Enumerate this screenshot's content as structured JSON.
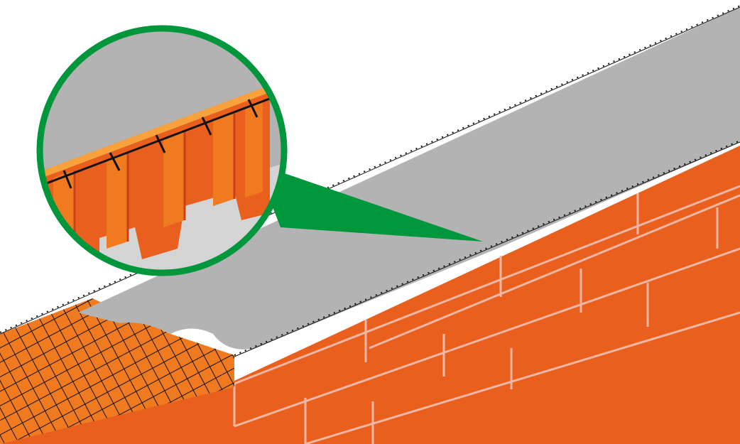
{
  "illustration": {
    "subject": "",
    "colors": {
      "background": "#ffffff",
      "brick_face": "#e95f1d",
      "brick_shadow": "#c8401a",
      "brick_light": "#f07a1f",
      "brick_highlight": "#f7a23c",
      "mortar_joint": "#f3b7a6",
      "concrete": "#b3b3b3",
      "concrete_light": "#d4d4d4",
      "mesh": "#111111",
      "callout_green": "#00963c"
    },
    "icons": [
      "brick-wall",
      "reinforcement-mesh",
      "concrete-layer",
      "magnifier-callout"
    ]
  }
}
